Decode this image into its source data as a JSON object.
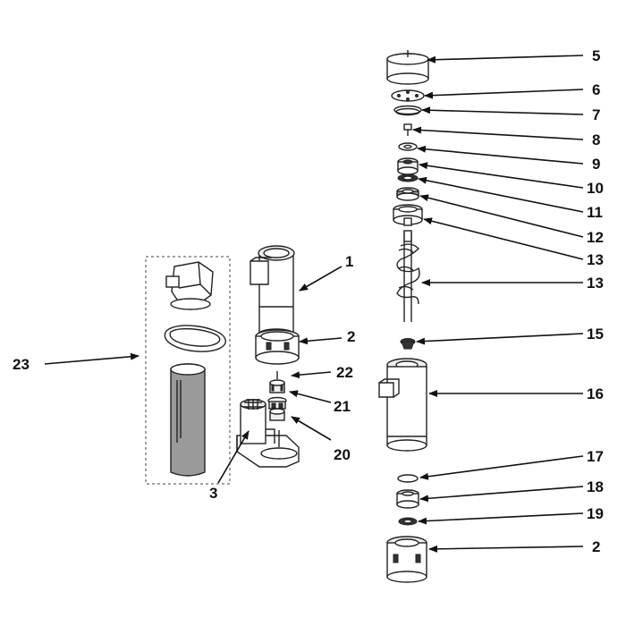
{
  "callouts": {
    "c1": "1",
    "c2a": "2",
    "c2b": "2",
    "c3": "3",
    "c5": "5",
    "c6": "6",
    "c7": "7",
    "c8": "8",
    "c9": "9",
    "c10": "10",
    "c11": "11",
    "c12": "12",
    "c13a": "13",
    "c13b": "13",
    "c15": "15",
    "c16": "16",
    "c17": "17",
    "c18": "18",
    "c19": "19",
    "c20": "20",
    "c21": "21",
    "c22": "22",
    "c23": "23"
  }
}
